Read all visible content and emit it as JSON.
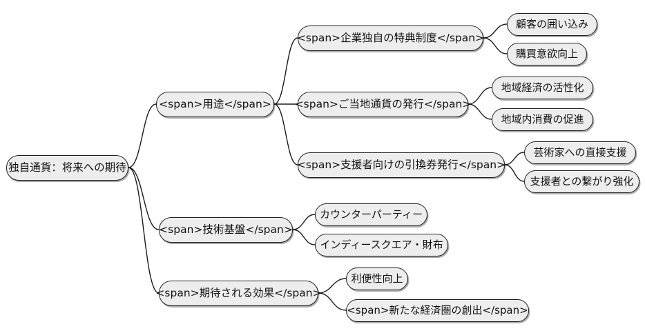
{
  "diagram": {
    "type": "mind-map",
    "background_color": "#ffffff",
    "node_fill_color": "#ededed",
    "node_border_color": "#1f1f1f",
    "edge_color": "#1a1a1a",
    "text_color": "#111111",
    "root": {
      "label": "独自通貨：将来への期待"
    },
    "branches": [
      {
        "label": "<span>用途</span>",
        "children": [
          {
            "label": "<span>企業独自の特典制度</span>",
            "children": [
              {
                "label": "顧客の囲い込み"
              },
              {
                "label": "購買意欲向上"
              }
            ]
          },
          {
            "label": "<span>ご当地通貨の発行</span>",
            "children": [
              {
                "label": "地域経済の活性化"
              },
              {
                "label": "地域内消費の促進"
              }
            ]
          },
          {
            "label": "<span>支援者向けの引換券発行</span>",
            "children": [
              {
                "label": "芸術家への直接支援"
              },
              {
                "label": "支援者との繋がり強化"
              }
            ]
          }
        ]
      },
      {
        "label": "<span>技術基盤</span>",
        "children": [
          {
            "label": "カウンターパーティー"
          },
          {
            "label": "インディースクエア・財布"
          }
        ]
      },
      {
        "label": "<span>期待される効果</span>",
        "children": [
          {
            "label": "利便性向上"
          },
          {
            "label": "<span>新たな経済圏の創出</span>"
          }
        ]
      }
    ]
  }
}
